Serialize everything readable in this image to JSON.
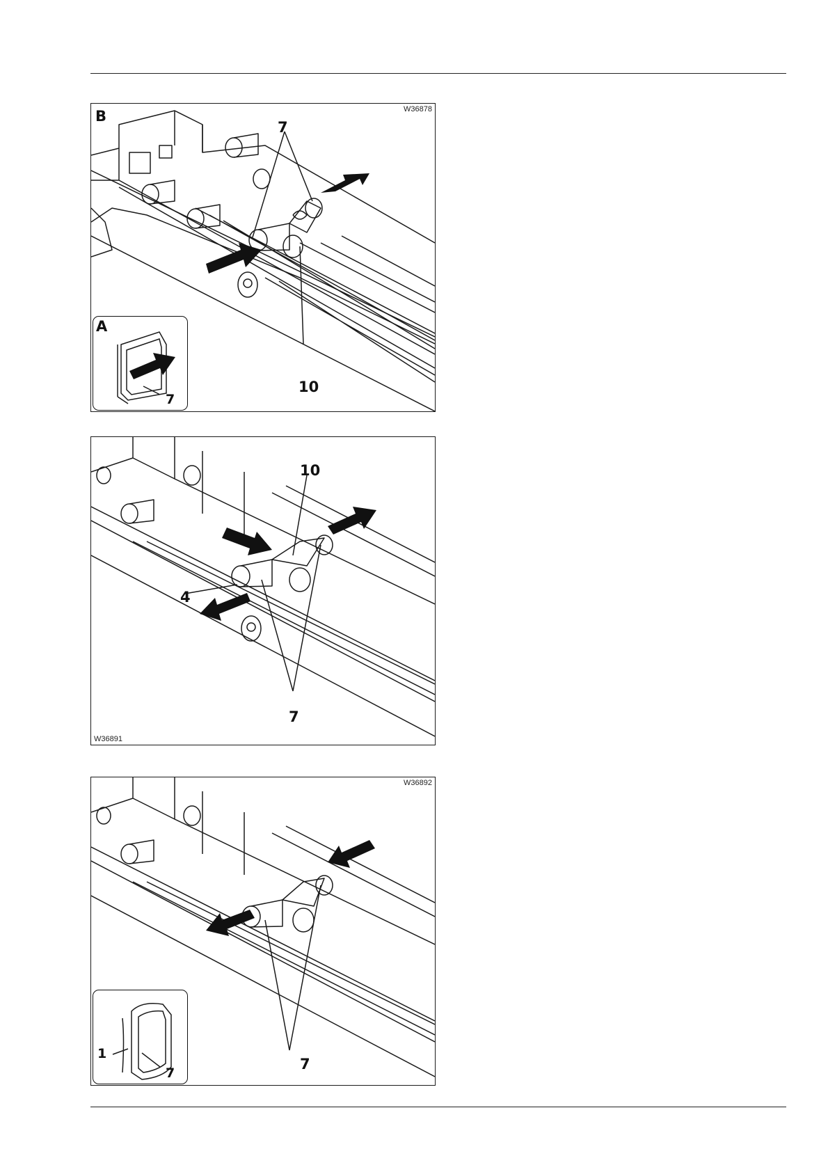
{
  "figures": [
    {
      "code": "W36878",
      "view_label": "B",
      "inset_label": "A",
      "callouts": {
        "top_7": "7",
        "bottom_10": "10",
        "inset_7": "7"
      }
    },
    {
      "code": "W36891",
      "callouts": {
        "top_10": "10",
        "left_4": "4",
        "bottom_7": "7"
      }
    },
    {
      "code": "W36892",
      "callouts": {
        "bottom_7": "7",
        "inset_1": "1",
        "inset_7": "7"
      }
    }
  ]
}
